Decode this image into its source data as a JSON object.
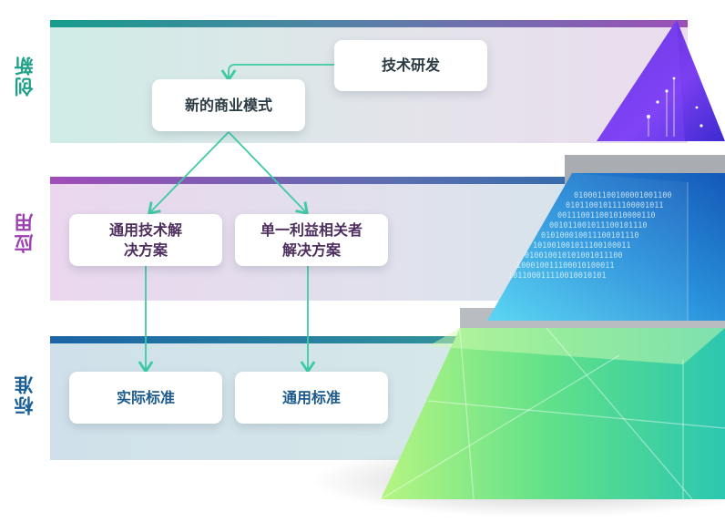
{
  "tiers": [
    {
      "label": "创新"
    },
    {
      "label": "应用"
    },
    {
      "label": "标准"
    }
  ],
  "nodes": {
    "tech_rnd": "技术研发",
    "new_business_model": "新的商业模式",
    "general_solution": "通用技术解\n决方案",
    "single_stakeholder": "单一利益相关者\n解决方案",
    "practical_standard": "实际标准",
    "general_standard": "通用标准"
  },
  "colors": {
    "innovation": "#1e9f87",
    "application": "#9b41b2",
    "standard": "#1a5f98",
    "arrow": "#3ecba4"
  },
  "pyramid_code_lines": [
    "010001100100001001100",
    "010110010111100001011",
    "001110011001010000110",
    "001011001011100101110",
    "010100010011100101110",
    "101001001011100100011",
    "010010010101001011100",
    "100010011100010100011",
    "101100011110010010101"
  ]
}
